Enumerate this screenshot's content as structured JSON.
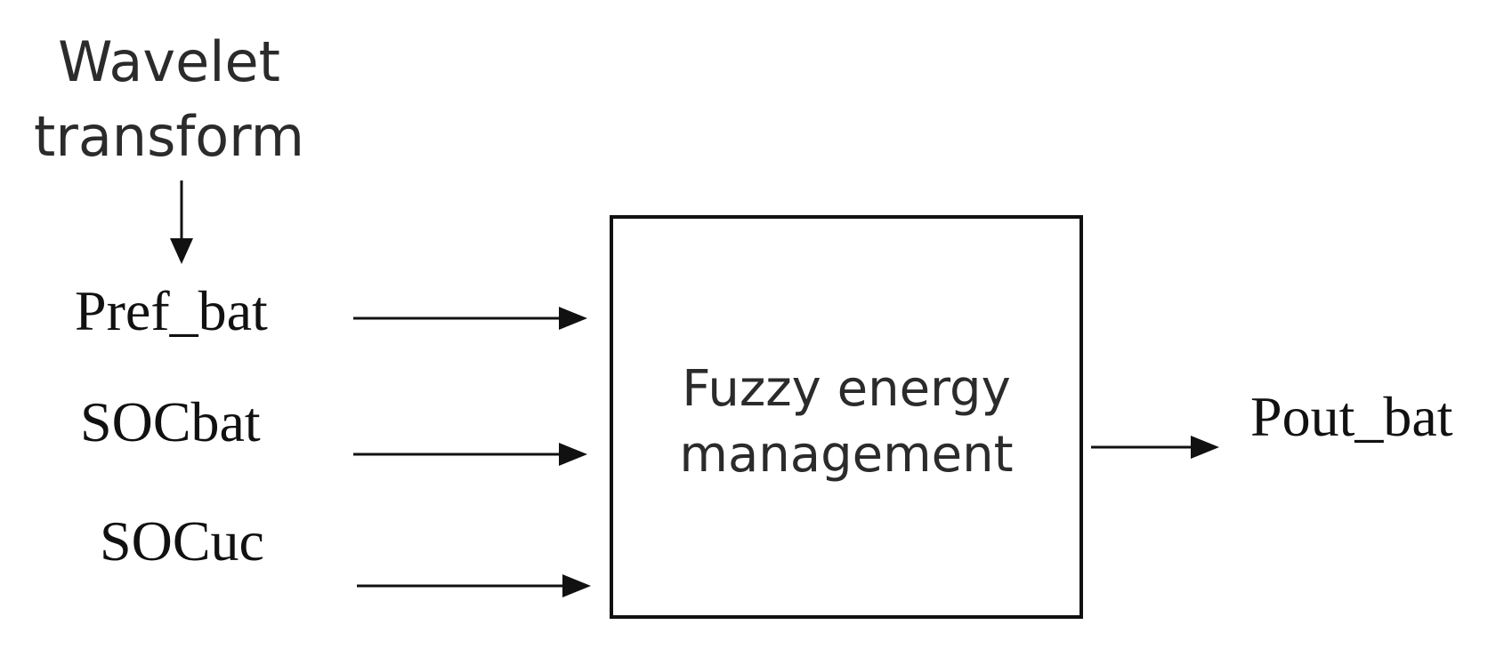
{
  "transform_block": {
    "line1": "Wavelet",
    "line2": "transform"
  },
  "inputs": [
    {
      "label": "Pref_bat"
    },
    {
      "label": "SOCbat"
    },
    {
      "label": "SOCuc"
    }
  ],
  "controller": {
    "line1": "Fuzzy energy",
    "line2": "management"
  },
  "output": {
    "label": "Pout_bat"
  },
  "colors": {
    "line": "#111111",
    "sans_text": "#2b2b2b",
    "serif_text": "#111111",
    "background": "#ffffff"
  }
}
